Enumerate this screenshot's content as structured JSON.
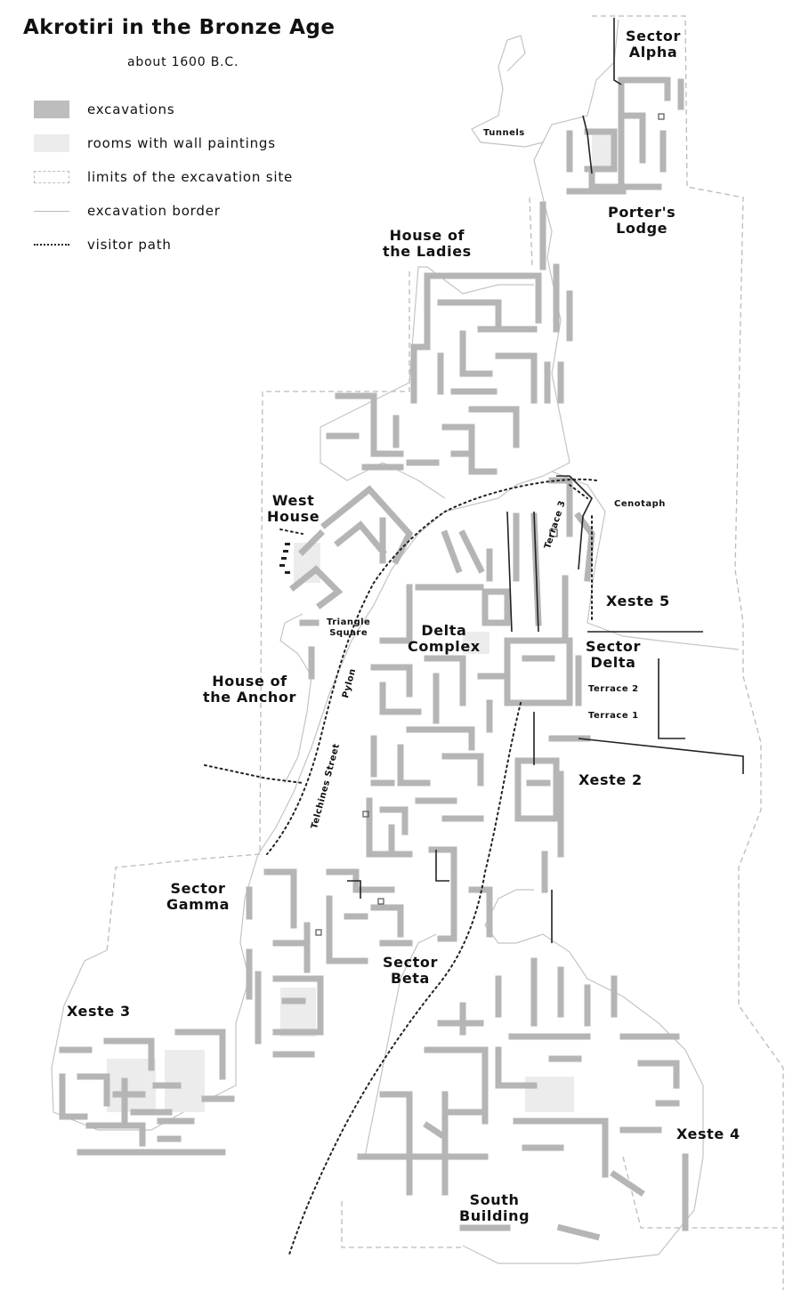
{
  "title": "Akrotiri in the Bronze Age",
  "subtitle": "about 1600 B.C.",
  "legend": [
    {
      "label": "excavations",
      "swatch": "excavation"
    },
    {
      "label": "rooms with wall paintings",
      "swatch": "wall-painting"
    },
    {
      "label": "limits of the excavation site",
      "swatch": "site-limit"
    },
    {
      "label": "excavation border",
      "swatch": "excavation-border"
    },
    {
      "label": "visitor path",
      "swatch": "visitor-path"
    }
  ],
  "colors": {
    "walls": "#bdbdbd",
    "wall_stroke": "#8a8a8a",
    "paintings": "#ececec",
    "limits": "#bbbbbb",
    "path": "#222222"
  },
  "labels": {
    "sector_alpha": "Sector\nAlpha",
    "tunnels": "Tunnels",
    "porters_lodge": "Porter's\nLodge",
    "house_of_the_ladies": "House of\nthe Ladies",
    "west_house": "West\nHouse",
    "cenotaph": "Cenotaph",
    "terrace_3": "Terrace 3",
    "xeste_5": "Xeste 5",
    "triangle_square": "Triangle\nSquare",
    "delta_complex": "Delta\nComplex",
    "sector_delta": "Sector\nDelta",
    "pylon": "Pylon",
    "house_of_the_anchor": "House of\nthe Anchor",
    "terrace_2": "Terrace 2",
    "terrace_1": "Terrace 1",
    "telchines_street": "Telchines Street",
    "xeste_2": "Xeste 2",
    "sector_gamma": "Sector\nGamma",
    "sector_beta": "Sector\nBeta",
    "xeste_3": "Xeste 3",
    "xeste_4": "Xeste 4",
    "south_building": "South\nBuilding"
  }
}
